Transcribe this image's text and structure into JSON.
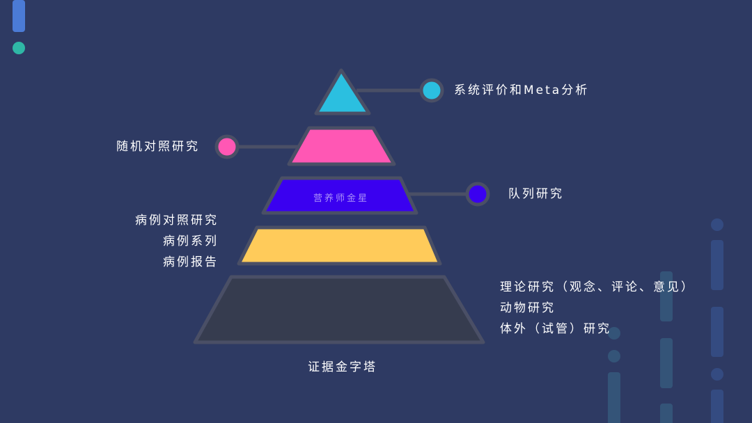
{
  "pyramid": {
    "caption": "证据金字塔",
    "watermark": "营养师金星",
    "levels": [
      {
        "color": "#2bbfe0",
        "labels": [
          "系统评价和Meta分析"
        ]
      },
      {
        "color": "#ff57b4",
        "labels": [
          "随机对照研究"
        ]
      },
      {
        "color": "#3a00f0",
        "labels": [
          "队列研究"
        ]
      },
      {
        "color": "#ffcb5a",
        "labels": [
          "病例对照研究",
          "病例系列",
          "病例报告"
        ]
      },
      {
        "color": "#363c4f",
        "labels": [
          "理论研究（观念、评论、意见）",
          "动物研究",
          "体外（试管）研究"
        ]
      }
    ]
  },
  "colors": {
    "background": "#2e3a63",
    "outline": "#4a4f66",
    "connector": "#4a4f66",
    "deco_blue": "#4b7bd6",
    "deco_teal": "#2fb7a6"
  }
}
